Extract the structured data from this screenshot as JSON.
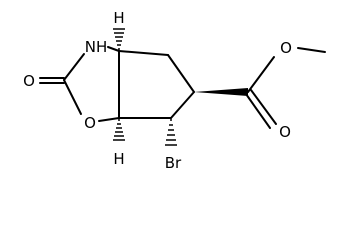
{
  "molecule": {
    "atom_labels": {
      "nh": "NH",
      "h_top": "H",
      "h_bottom": "H",
      "o_carbonyl": "O",
      "o_ring": "O",
      "o_ester_carbonyl": "O",
      "o_ester": "O",
      "br": "Br"
    },
    "line_color": "#000000",
    "background": "#ffffff"
  }
}
